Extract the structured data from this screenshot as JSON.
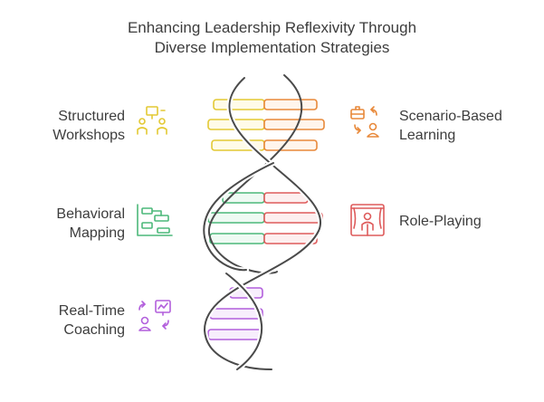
{
  "title": {
    "line1": "Enhancing Leadership Reflexivity Through",
    "line2": "Diverse Implementation Strategies"
  },
  "strategies": [
    {
      "line1": "Structured",
      "line2": "Workshops",
      "side": "left",
      "icon": "workshop-people-icon",
      "color": "#e3c934"
    },
    {
      "line1": "Scenario-Based",
      "line2": "Learning",
      "side": "right",
      "icon": "briefcase-person-icon",
      "color": "#e8893a"
    },
    {
      "line1": "Behavioral",
      "line2": "Mapping",
      "side": "left",
      "icon": "flowchart-map-icon",
      "color": "#4cb87a"
    },
    {
      "line1": "Role-Playing",
      "line2": "",
      "side": "right",
      "icon": "theater-stage-icon",
      "color": "#de5b5b"
    },
    {
      "line1": "Real-Time",
      "line2": "Coaching",
      "side": "left",
      "icon": "coaching-chart-icon",
      "color": "#b25fdc"
    }
  ]
}
